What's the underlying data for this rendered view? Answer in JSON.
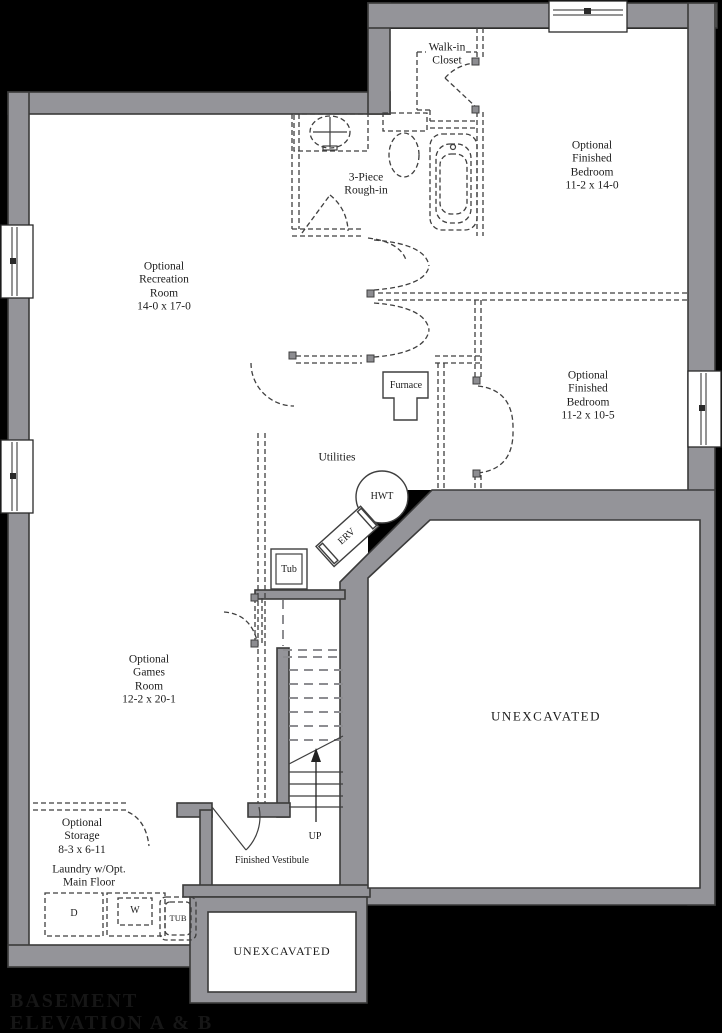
{
  "colors": {
    "bg": "#000000",
    "wall": "#949499",
    "outline": "#3a3a3a",
    "floor": "#ffffff",
    "line": "#3f3f3f",
    "muted_dash": "#8d8d91",
    "footer_text": "#161616"
  },
  "labels": {
    "walk_in_closet": "Walk-in\nCloset",
    "bedroom1": "Optional\nFinished\nBedroom\n11-2 x 14-0",
    "rough_in": "3-Piece\nRough-in",
    "rec_room": "Optional\nRecreation\nRoom\n14-0 x 17-0",
    "bedroom2": "Optional\nFinished\nBedroom\n11-2 x 10-5",
    "furnace": "Furnace",
    "utilities": "Utilities",
    "hwt": "HWT",
    "erv": "ERV",
    "tub": "Tub",
    "unexcavated_main": "UNEXCAVATED",
    "games": "Optional\nGames\nRoom\n12-2 x 20-1",
    "storage": "Optional\nStorage\n8-3 x 6-11",
    "laundry": "Laundry w/Opt.\nMain Floor",
    "dryer": "D",
    "washer": "W",
    "laundry_tub": "TUB",
    "up": "UP",
    "vestibule": "Finished Vestibule",
    "unexcavated_lower": "UNEXCAVATED"
  },
  "footer": {
    "line1": "BASEMENT",
    "line2": "ELEVATION A & B"
  }
}
